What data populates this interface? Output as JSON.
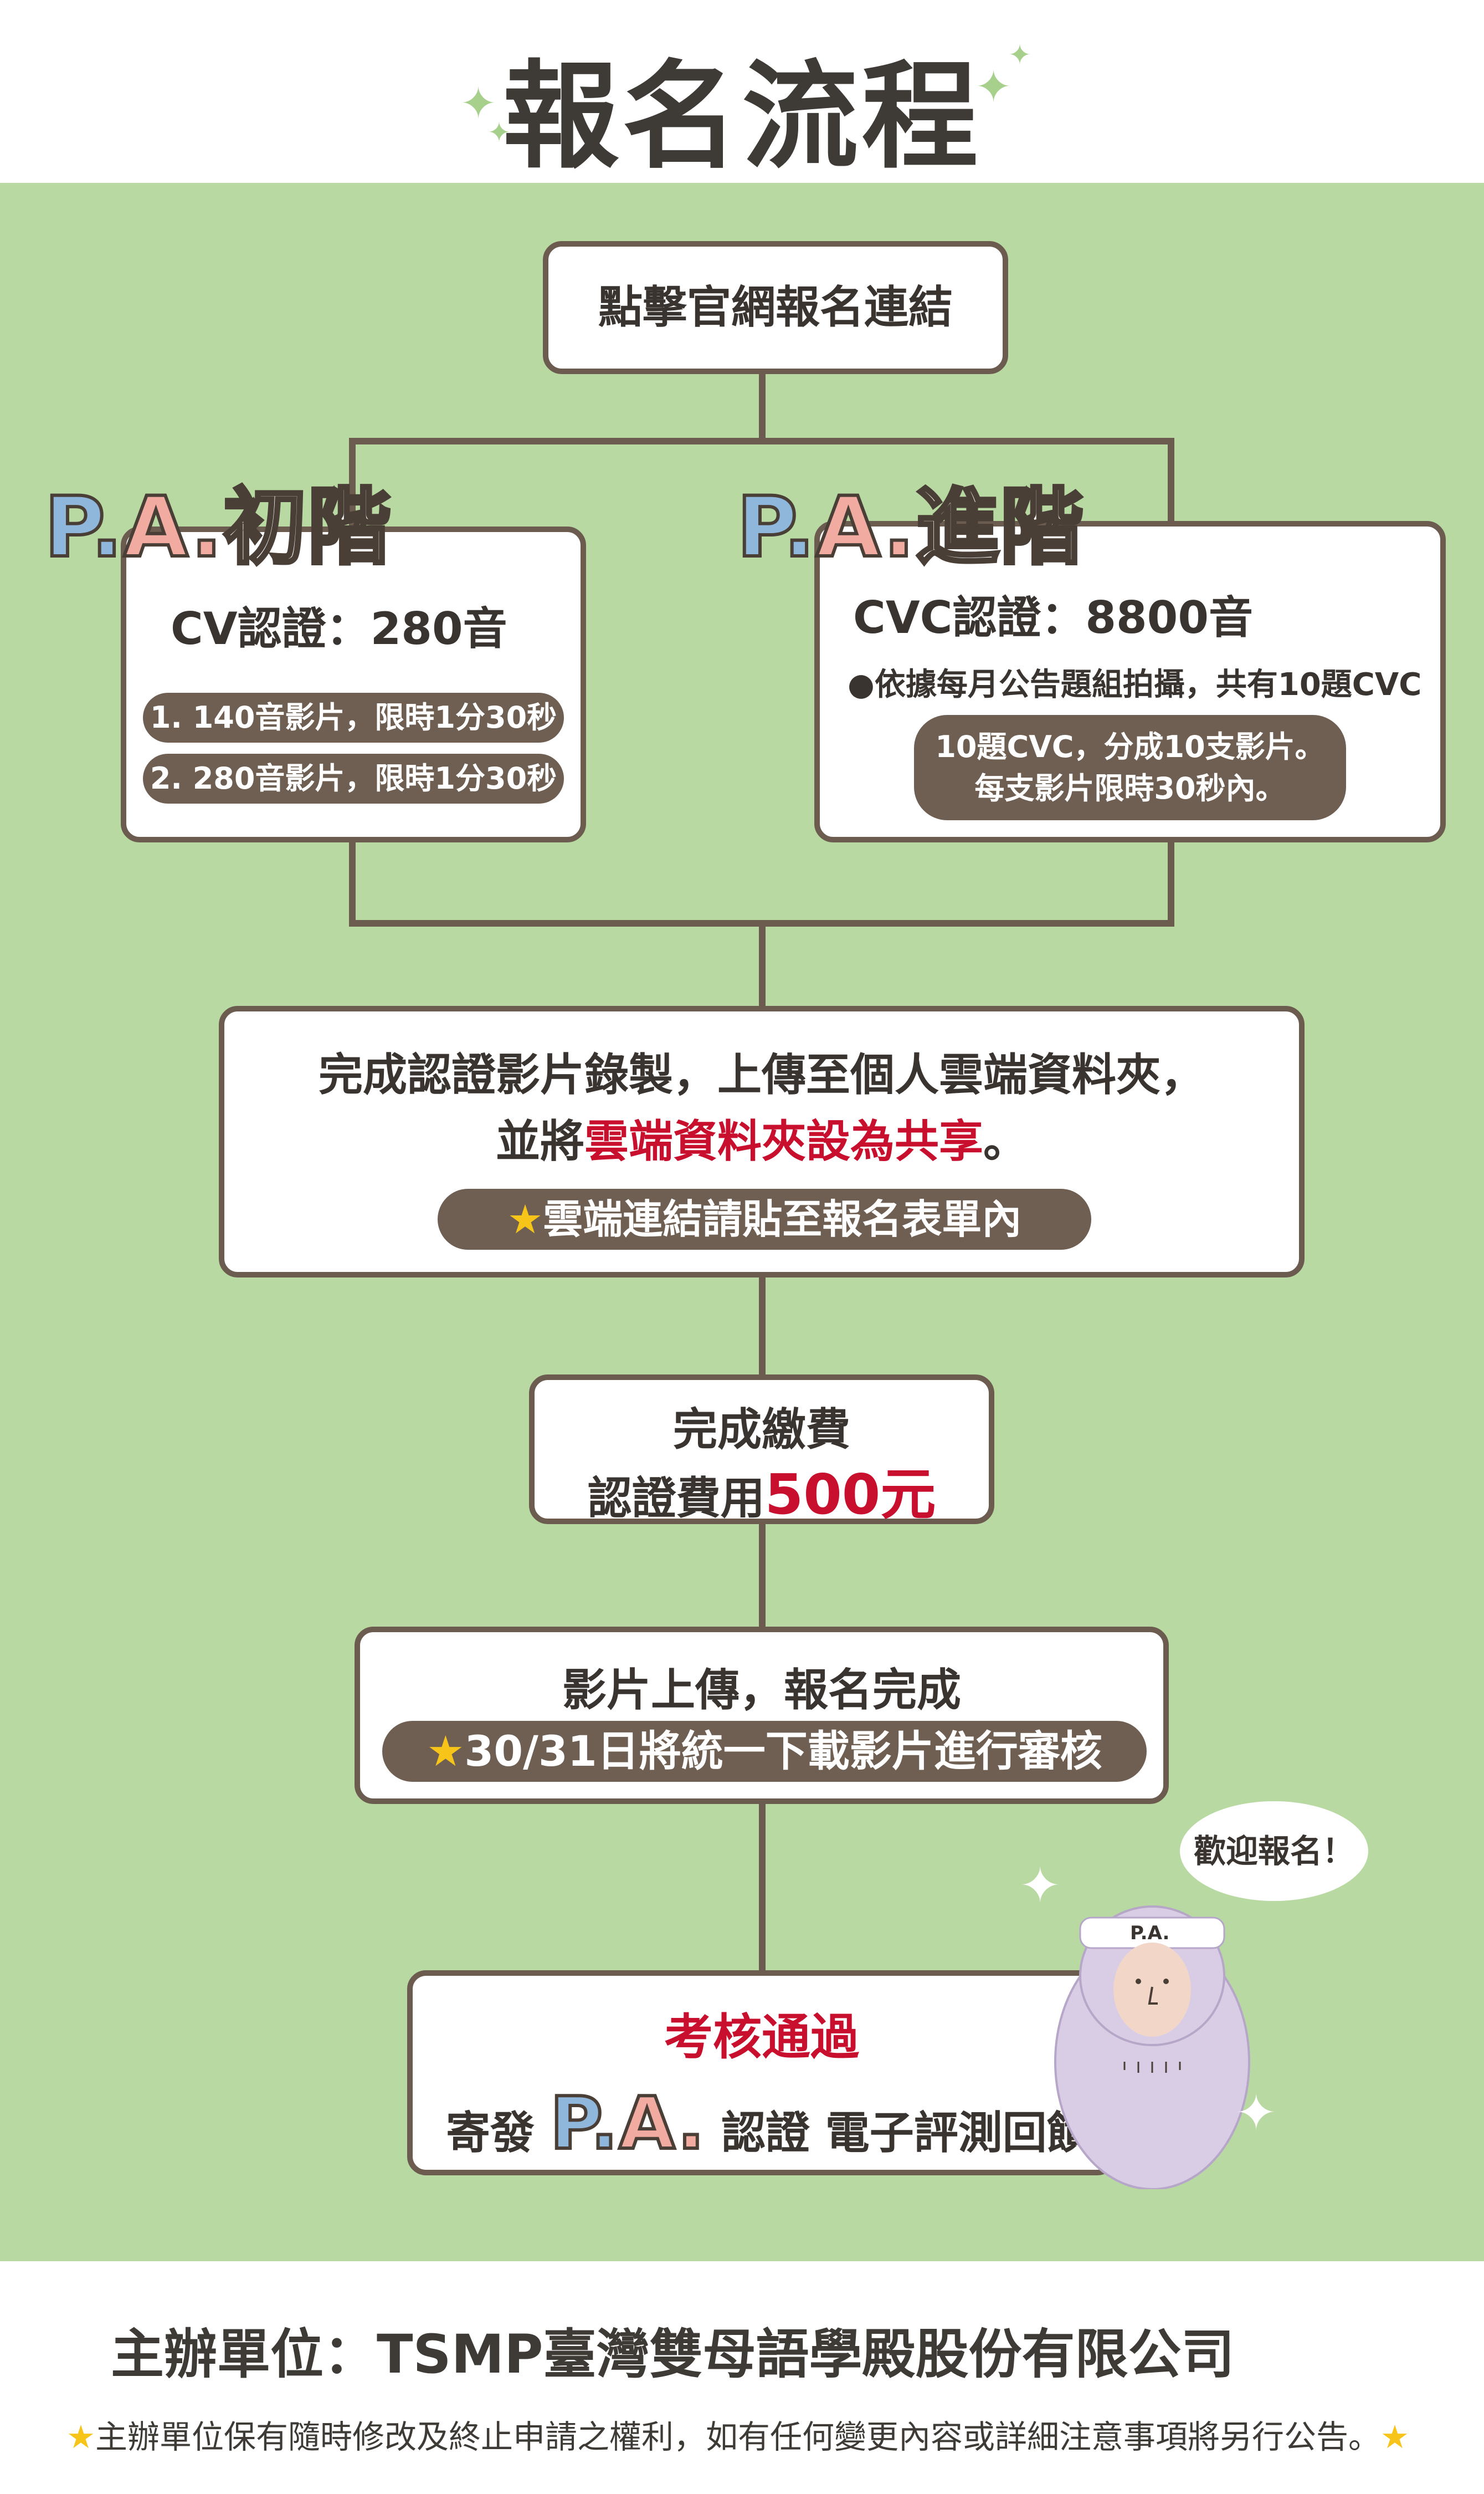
{
  "header": {
    "title": "報名流程"
  },
  "step1": {
    "label": "點擊官網報名連結"
  },
  "basic": {
    "badge_p": "P.",
    "badge_a": "A.",
    "badge_level": "初階",
    "heading": "CV認證：280音",
    "items": [
      "1. 140音影片，限時1分30秒",
      "2. 280音影片，限時1分30秒"
    ]
  },
  "advanced": {
    "badge_p": "P.",
    "badge_a": "A.",
    "badge_level": "進階",
    "heading": "CVC認證：8800音",
    "note": "●依據每月公告題組拍攝，共有10題CVC",
    "pill_line1": "10題CVC，分成10支影片。",
    "pill_line2": "每支影片限時30秒內。"
  },
  "step3": {
    "line1": "完成認證影片錄製，上傳至個人雲端資料夾，",
    "line2_prefix": "並將",
    "line2_highlight": "雲端資料夾設為共享",
    "line2_suffix": "。",
    "pill": "雲端連結請貼至報名表單內"
  },
  "step4": {
    "line1": "完成繳費",
    "line2_prefix": "認證費用",
    "line2_highlight": "500元"
  },
  "step5": {
    "line1": "影片上傳，報名完成",
    "pill": "30/31日將統一下載影片進行審核"
  },
  "step6": {
    "title": "考核通過",
    "prefix": "寄發",
    "badge_p": "P.",
    "badge_a": "A.",
    "suffix": "認證 電子評測回饋"
  },
  "mascot": {
    "speech": "歡迎報名！",
    "headband": "P.A."
  },
  "footer": {
    "organizer": "主辦單位：TSMP臺灣雙母語學殿股份有限公司",
    "disclaimer": "主辦單位保有隨時修改及終止申請之權利，如有任何變更內容或詳細注意事項將另行公告。"
  },
  "colors": {
    "background_green": "#b9d9a2",
    "border_brown": "#6b5c4f",
    "highlight_red": "#c8102e",
    "star_yellow": "#f7c51a"
  },
  "icons": [
    "sparkle-icon",
    "star-icon"
  ]
}
